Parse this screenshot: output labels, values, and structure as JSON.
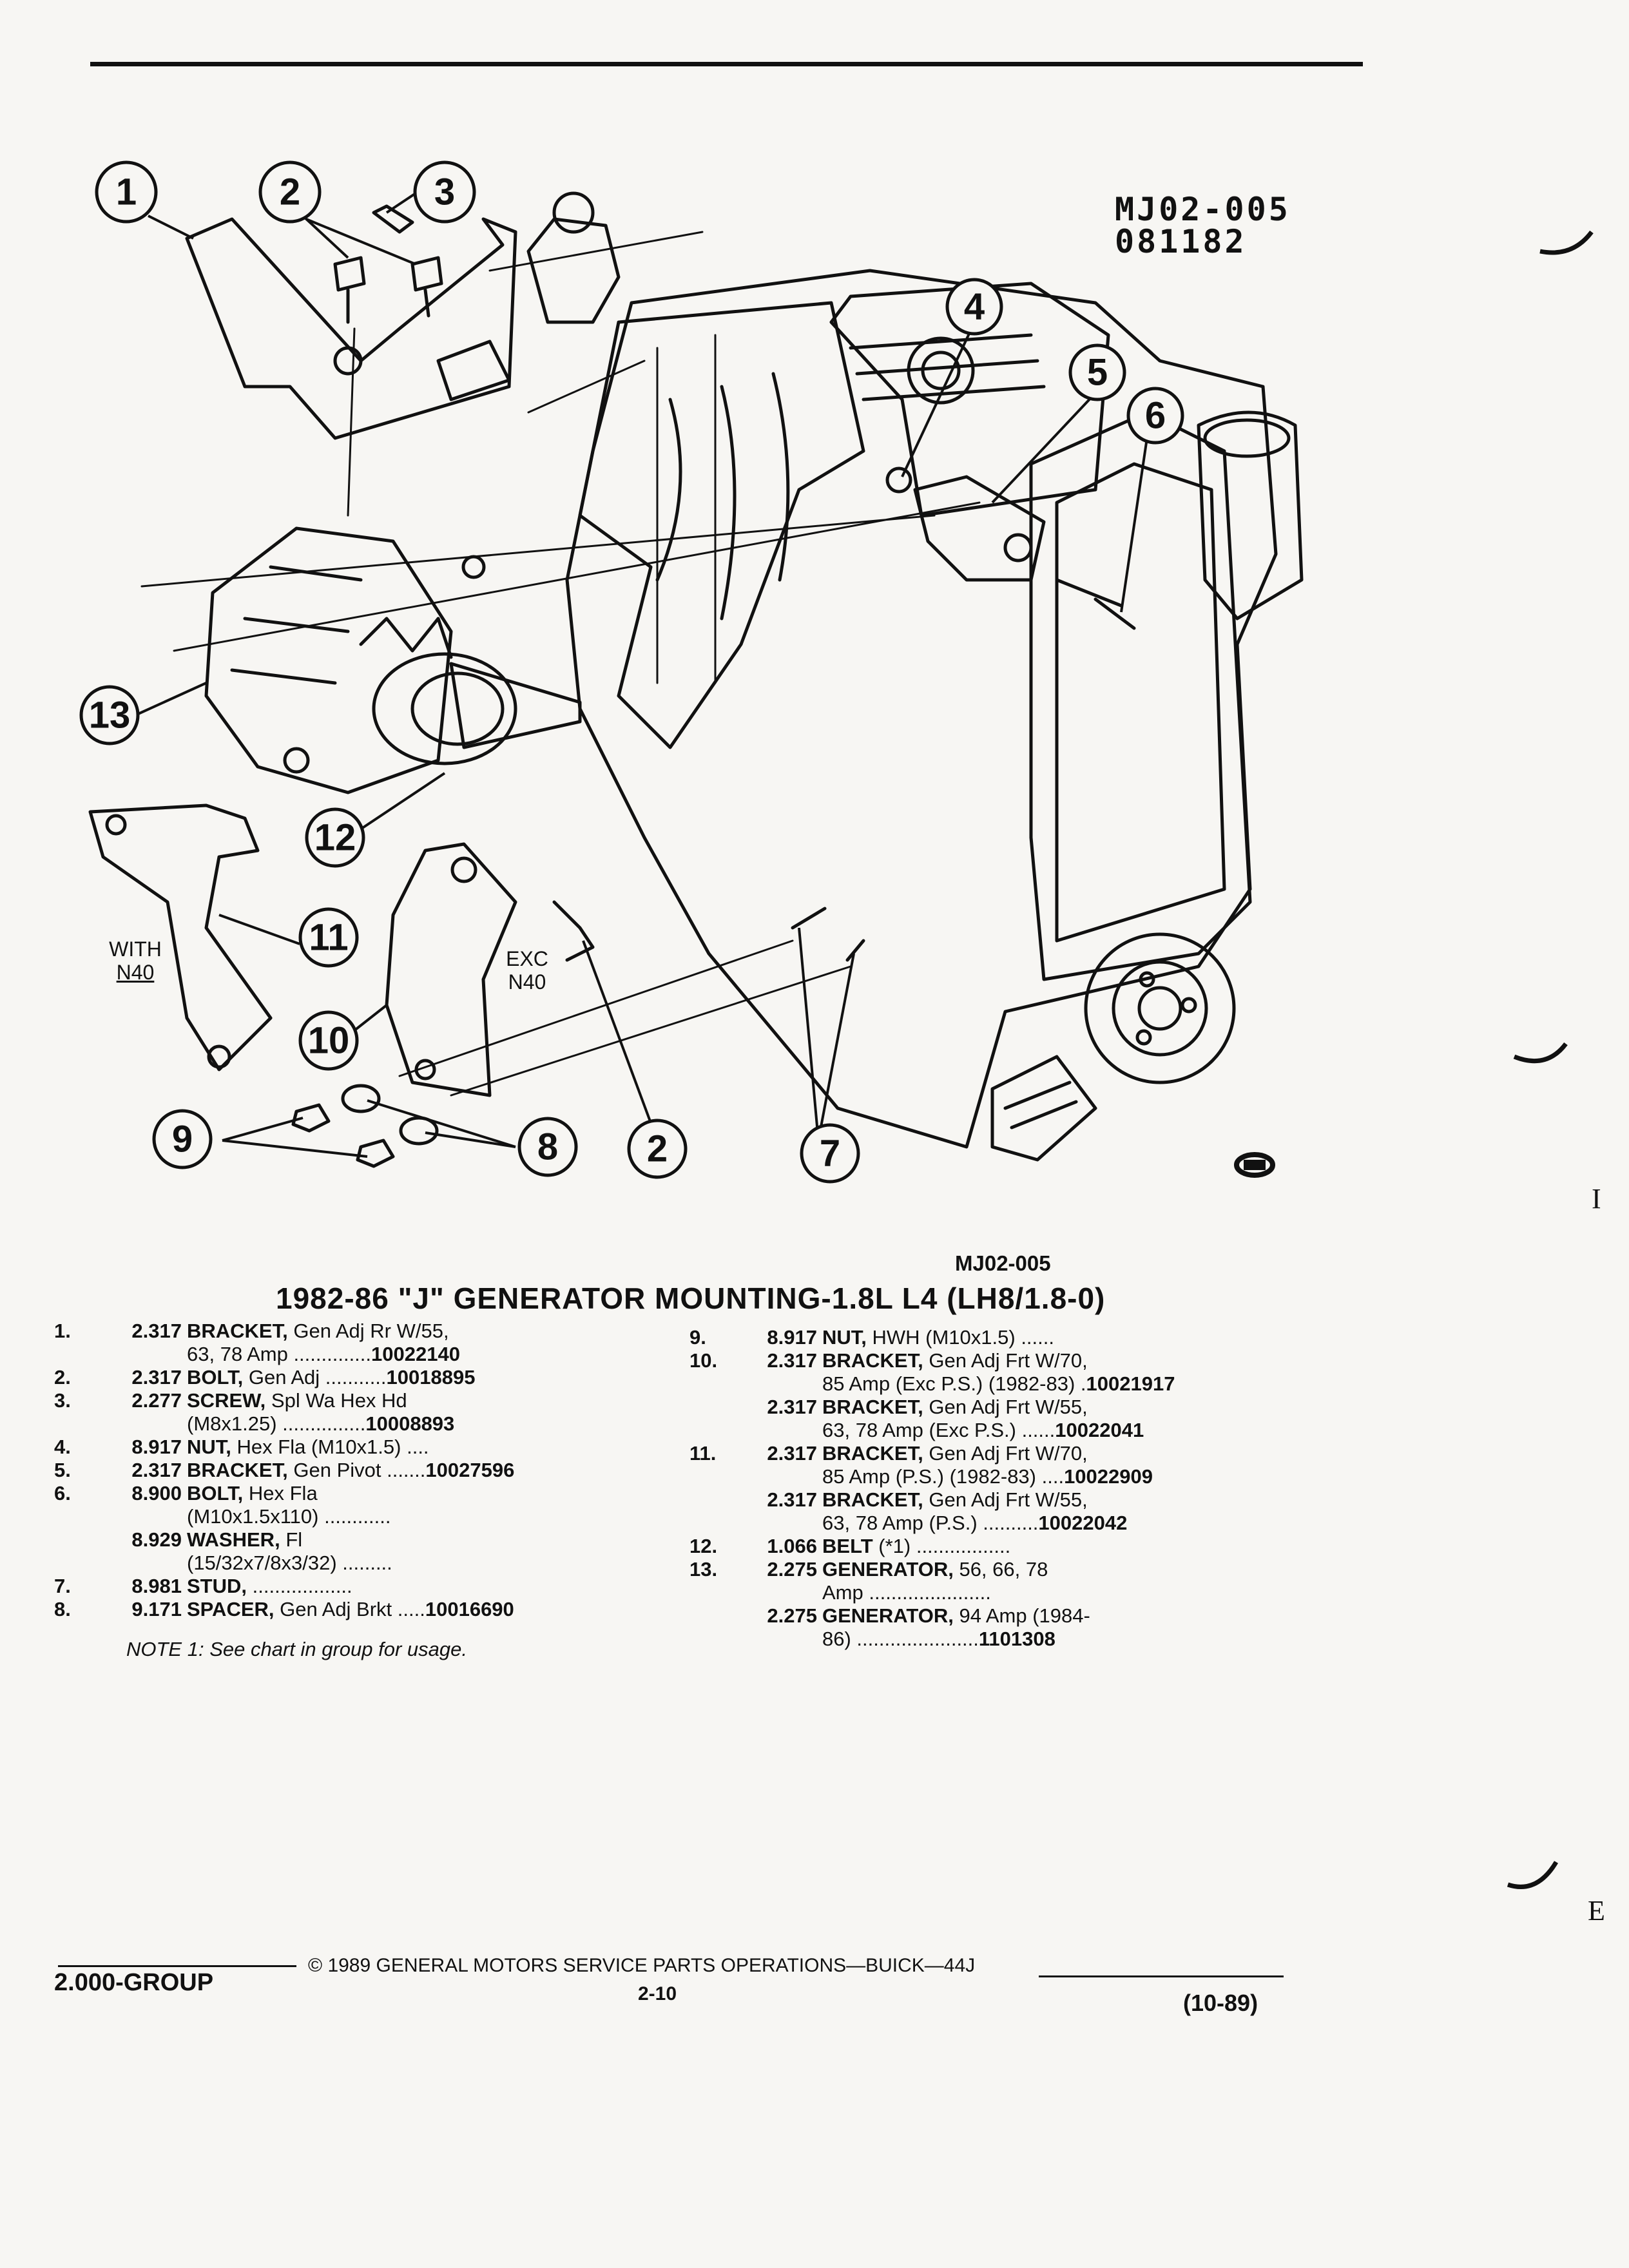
{
  "figure": {
    "stamp_line1": "MJ02-005",
    "stamp_line2": "081182",
    "variant_with_line1": "WITH",
    "variant_with_line2": "N40",
    "variant_exc_line1": "EXC",
    "variant_exc_line2": "N40",
    "callouts": [
      "1",
      "2",
      "3",
      "4",
      "5",
      "6",
      "13",
      "12",
      "11",
      "10",
      "9",
      "8",
      "2",
      "7"
    ],
    "figure_ref": "MJ02-005"
  },
  "title": "1982-86 \"J\" GENERATOR MOUNTING-1.8L L4 (LH8/1.8-0)",
  "parts_left": [
    {
      "num": "1.",
      "group": "2.317",
      "name": "BRACKET,",
      "desc": "Gen Adj Rr W/55,",
      "cont": "63, 78 Amp ..............",
      "part": "10022140"
    },
    {
      "num": "2.",
      "group": "2.317",
      "name": "BOLT,",
      "desc": "Gen Adj ...........",
      "cont": "",
      "part": "10018895"
    },
    {
      "num": "3.",
      "group": "2.277",
      "name": "SCREW,",
      "desc": "Spl Wa Hex Hd",
      "cont": "(M8x1.25) ...............",
      "part": "10008893"
    },
    {
      "num": "4.",
      "group": "8.917",
      "name": "NUT,",
      "desc": "Hex Fla (M10x1.5) ....",
      "cont": "",
      "part": ""
    },
    {
      "num": "5.",
      "group": "2.317",
      "name": "BRACKET,",
      "desc": "Gen Pivot .......",
      "cont": "",
      "part": "10027596"
    },
    {
      "num": "6.",
      "group": "8.900",
      "name": "BOLT,",
      "desc": "Hex Fla",
      "cont": "(M10x1.5x110) ............",
      "part": ""
    },
    {
      "num": "",
      "group": "8.929",
      "name": "WASHER,",
      "desc": "Fl",
      "cont": "(15/32x7/8x3/32) .........",
      "part": ""
    },
    {
      "num": "7.",
      "group": "8.981",
      "name": "STUD,",
      "desc": "..................",
      "cont": "",
      "part": ""
    },
    {
      "num": "8.",
      "group": "9.171",
      "name": "SPACER,",
      "desc": "Gen Adj Brkt .....",
      "cont": "",
      "part": "10016690"
    }
  ],
  "parts_right": [
    {
      "num": "9.",
      "group": "8.917",
      "name": "NUT,",
      "desc": "HWH (M10x1.5) ......",
      "cont": "",
      "part": ""
    },
    {
      "num": "10.",
      "group": "2.317",
      "name": "BRACKET,",
      "desc": "Gen Adj Frt W/70,",
      "cont": "85 Amp (Exc P.S.) (1982-83) .",
      "part": "10021917"
    },
    {
      "num": "",
      "group": "2.317",
      "name": "BRACKET,",
      "desc": "Gen Adj Frt W/55,",
      "cont": "63, 78 Amp (Exc P.S.) ......",
      "part": "10022041"
    },
    {
      "num": "11.",
      "group": "2.317",
      "name": "BRACKET,",
      "desc": "Gen Adj Frt W/70,",
      "cont": "85 Amp (P.S.) (1982-83) ....",
      "part": "10022909"
    },
    {
      "num": "",
      "group": "2.317",
      "name": "BRACKET,",
      "desc": "Gen Adj Frt W/55,",
      "cont": "63, 78 Amp (P.S.) ..........",
      "part": "10022042"
    },
    {
      "num": "12.",
      "group": "1.066",
      "name": "BELT",
      "desc": "(*1) .................",
      "cont": "",
      "part": ""
    },
    {
      "num": "13.",
      "group": "2.275",
      "name": "GENERATOR,",
      "desc": "56, 66, 78",
      "cont": "Amp ......................",
      "part": ""
    },
    {
      "num": "",
      "group": "2.275",
      "name": "GENERATOR,",
      "desc": "94 Amp (1984-",
      "cont": "86) ......................",
      "part": "1101308"
    }
  ],
  "note": "NOTE 1: See chart in group for usage.",
  "footer": {
    "group": "2.000-GROUP",
    "copyright": "© 1989 GENERAL MOTORS SERVICE PARTS OPERATIONS—BUICK—44J",
    "page": "2-10",
    "date": "(10-89)"
  },
  "margin_marks": [
    "I",
    "E"
  ]
}
